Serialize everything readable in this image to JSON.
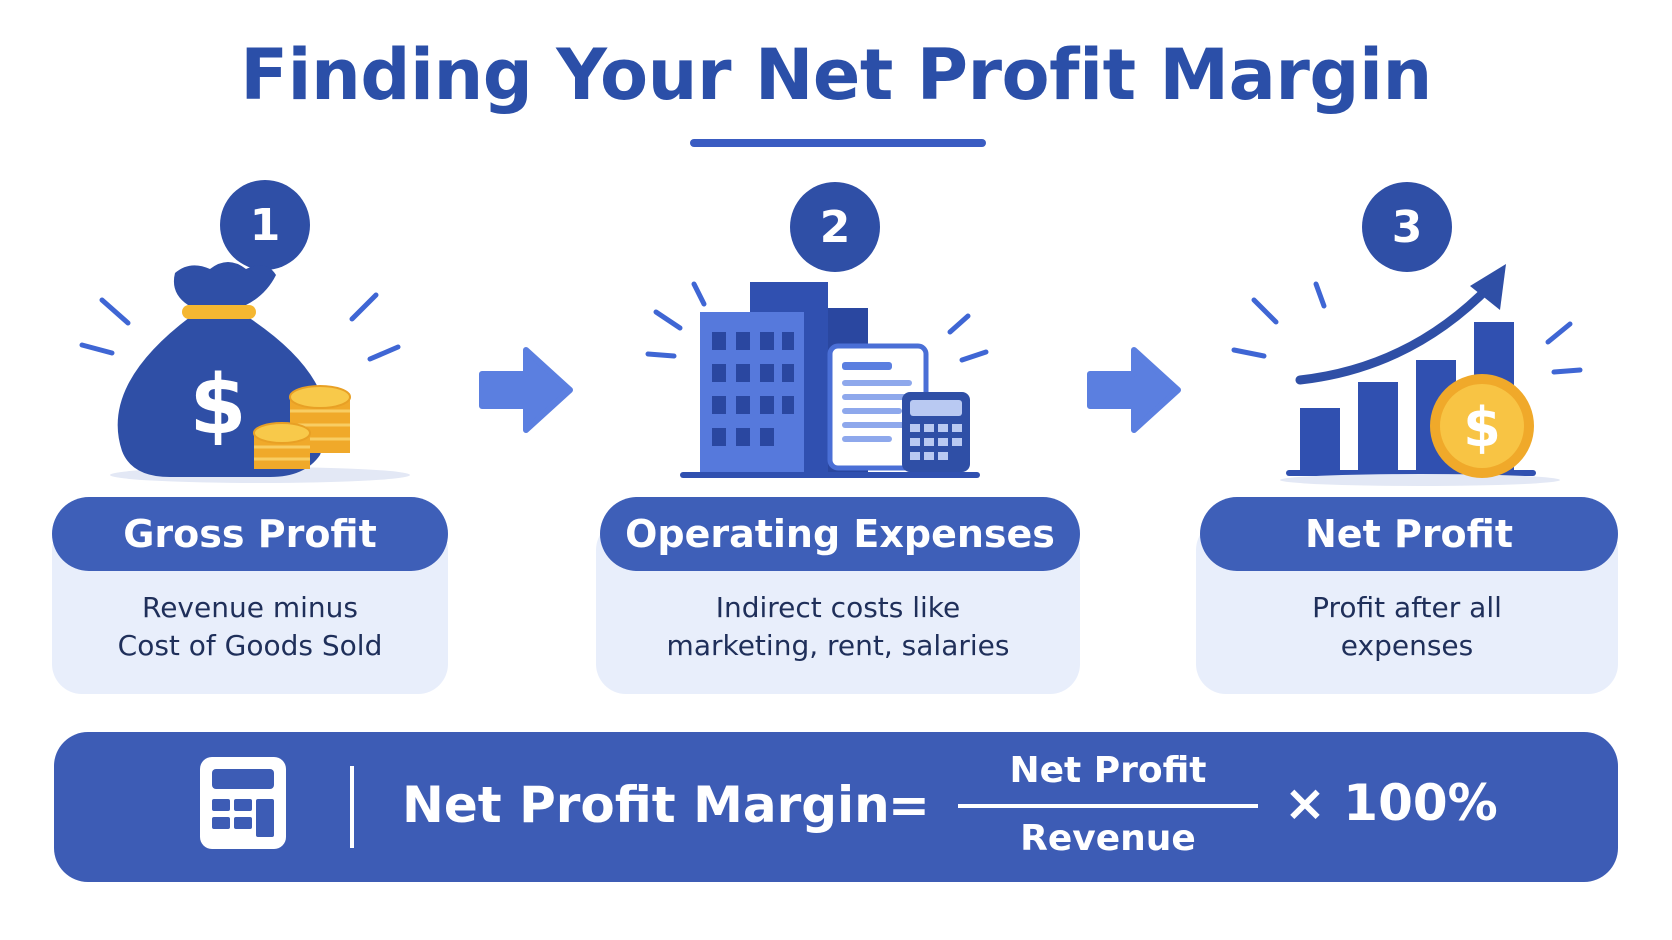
{
  "title": "Finding Your Net Profit Margin",
  "steps": [
    {
      "number": "1",
      "heading": "Gross Profit",
      "line1": "Revenue minus",
      "line2": "Cost of Goods Sold"
    },
    {
      "number": "2",
      "heading": "Operating Expenses",
      "line1": "Indirect costs like",
      "line2": "marketing, rent, salaries"
    },
    {
      "number": "3",
      "heading": "Net Profit",
      "line1": "Profit after all",
      "line2": "expenses"
    }
  ],
  "formula": {
    "label": "Net Profit Margin",
    "equals": "=",
    "numerator": "Net Profit",
    "denominator": "Revenue",
    "multiplier": "× 100%"
  },
  "icons": {
    "step1": "money-bag-icon",
    "step2": "office-building-icon",
    "step3": "growth-chart-icon",
    "formula": "calculator-icon",
    "arrows": "arrow-right-icon"
  },
  "colors": {
    "primary": "#2f4fa6",
    "pill": "#3e5fb8",
    "card": "#e8eefb",
    "coin": "#f5b731",
    "arrow": "#5b7fe0"
  }
}
